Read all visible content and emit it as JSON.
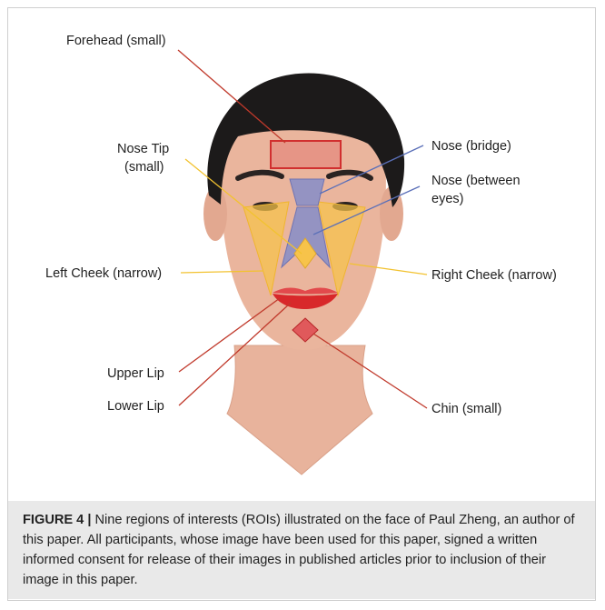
{
  "labels": {
    "forehead": "Forehead (small)",
    "nose_tip_line1": "Nose Tip",
    "nose_tip_line2": "(small)",
    "nose_bridge": "Nose (bridge)",
    "nose_between_line1": "Nose (between",
    "nose_between_line2": "eyes)",
    "left_cheek": "Left Cheek (narrow)",
    "right_cheek": "Right Cheek (narrow)",
    "upper_lip": "Upper Lip",
    "lower_lip": "Lower Lip",
    "chin": "Chin (small)"
  },
  "caption": {
    "figure_label": "FIGURE 4 |",
    "text": " Nine regions of interests (ROIs) illustrated on the face of Paul Zheng, an author of this paper. All participants, whose image have been used for this paper, signed a written informed consent for release of their images in published articles prior to inclusion of their image in this paper."
  },
  "colors": {
    "red_roi": "#e0595b",
    "blue_roi": "#8b8fc6",
    "yellow_roi": "#f7c34a",
    "red_line": "#c0392b",
    "blue_line": "#5a6fb8",
    "yellow_line": "#f2c230"
  }
}
